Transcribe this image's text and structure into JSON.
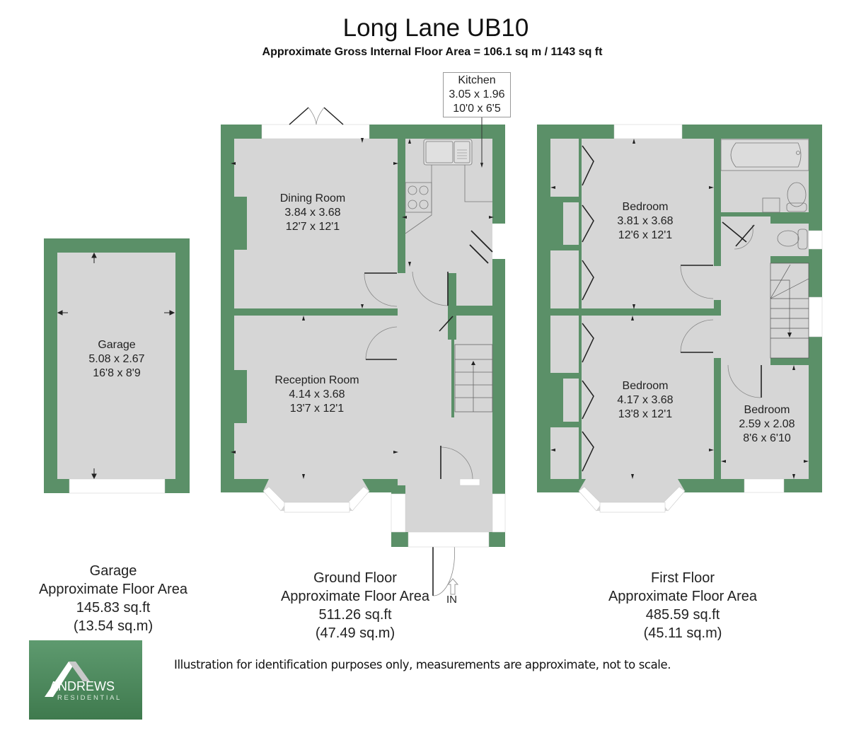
{
  "header": {
    "title": "Long Lane UB10",
    "subtitle": "Approximate Gross Internal Floor Area = 106.1 sq m / 1143 sq ft"
  },
  "colors": {
    "wall": "#5b9068",
    "floor": "#d6d6d6",
    "logo_bg": "#4f8a5e"
  },
  "rooms": {
    "garage": {
      "name": "Garage",
      "metric": "5.08 x 2.67",
      "imperial": "16'8 x 8'9"
    },
    "dining": {
      "name": "Dining Room",
      "metric": "3.84 x 3.68",
      "imperial": "12'7 x 12'1"
    },
    "kitchen": {
      "name": "Kitchen",
      "metric": "3.05 x 1.96",
      "imperial": "10'0 x 6'5"
    },
    "reception": {
      "name": "Reception Room",
      "metric": "4.14 x 3.68",
      "imperial": "13'7 x 12'1"
    },
    "bedroom1": {
      "name": "Bedroom",
      "metric": "3.81 x 3.68",
      "imperial": "12'6 x 12'1"
    },
    "bedroom2": {
      "name": "Bedroom",
      "metric": "4.17 x 3.68",
      "imperial": "13'8 x 12'1"
    },
    "bedroom3": {
      "name": "Bedroom",
      "metric": "2.59 x 2.08",
      "imperial": "8'6 x 6'10"
    }
  },
  "entrance_label": "IN",
  "floors": {
    "garage": {
      "name": "Garage",
      "label": "Approximate Floor Area",
      "sqft": "145.83 sq.ft",
      "sqm": "(13.54 sq.m)"
    },
    "ground": {
      "name": "Ground Floor",
      "label": "Approximate Floor Area",
      "sqft": "511.26 sq.ft",
      "sqm": "(47.49 sq.m)"
    },
    "first": {
      "name": "First Floor",
      "label": "Approximate Floor Area",
      "sqft": "485.59 sq.ft",
      "sqm": "(45.11 sq.m)"
    }
  },
  "disclaimer": "Illustration for identification purposes only, measurements are approximate, not to scale.",
  "logo": {
    "name": "ANDREWS",
    "sub": "RESIDENTIAL"
  }
}
